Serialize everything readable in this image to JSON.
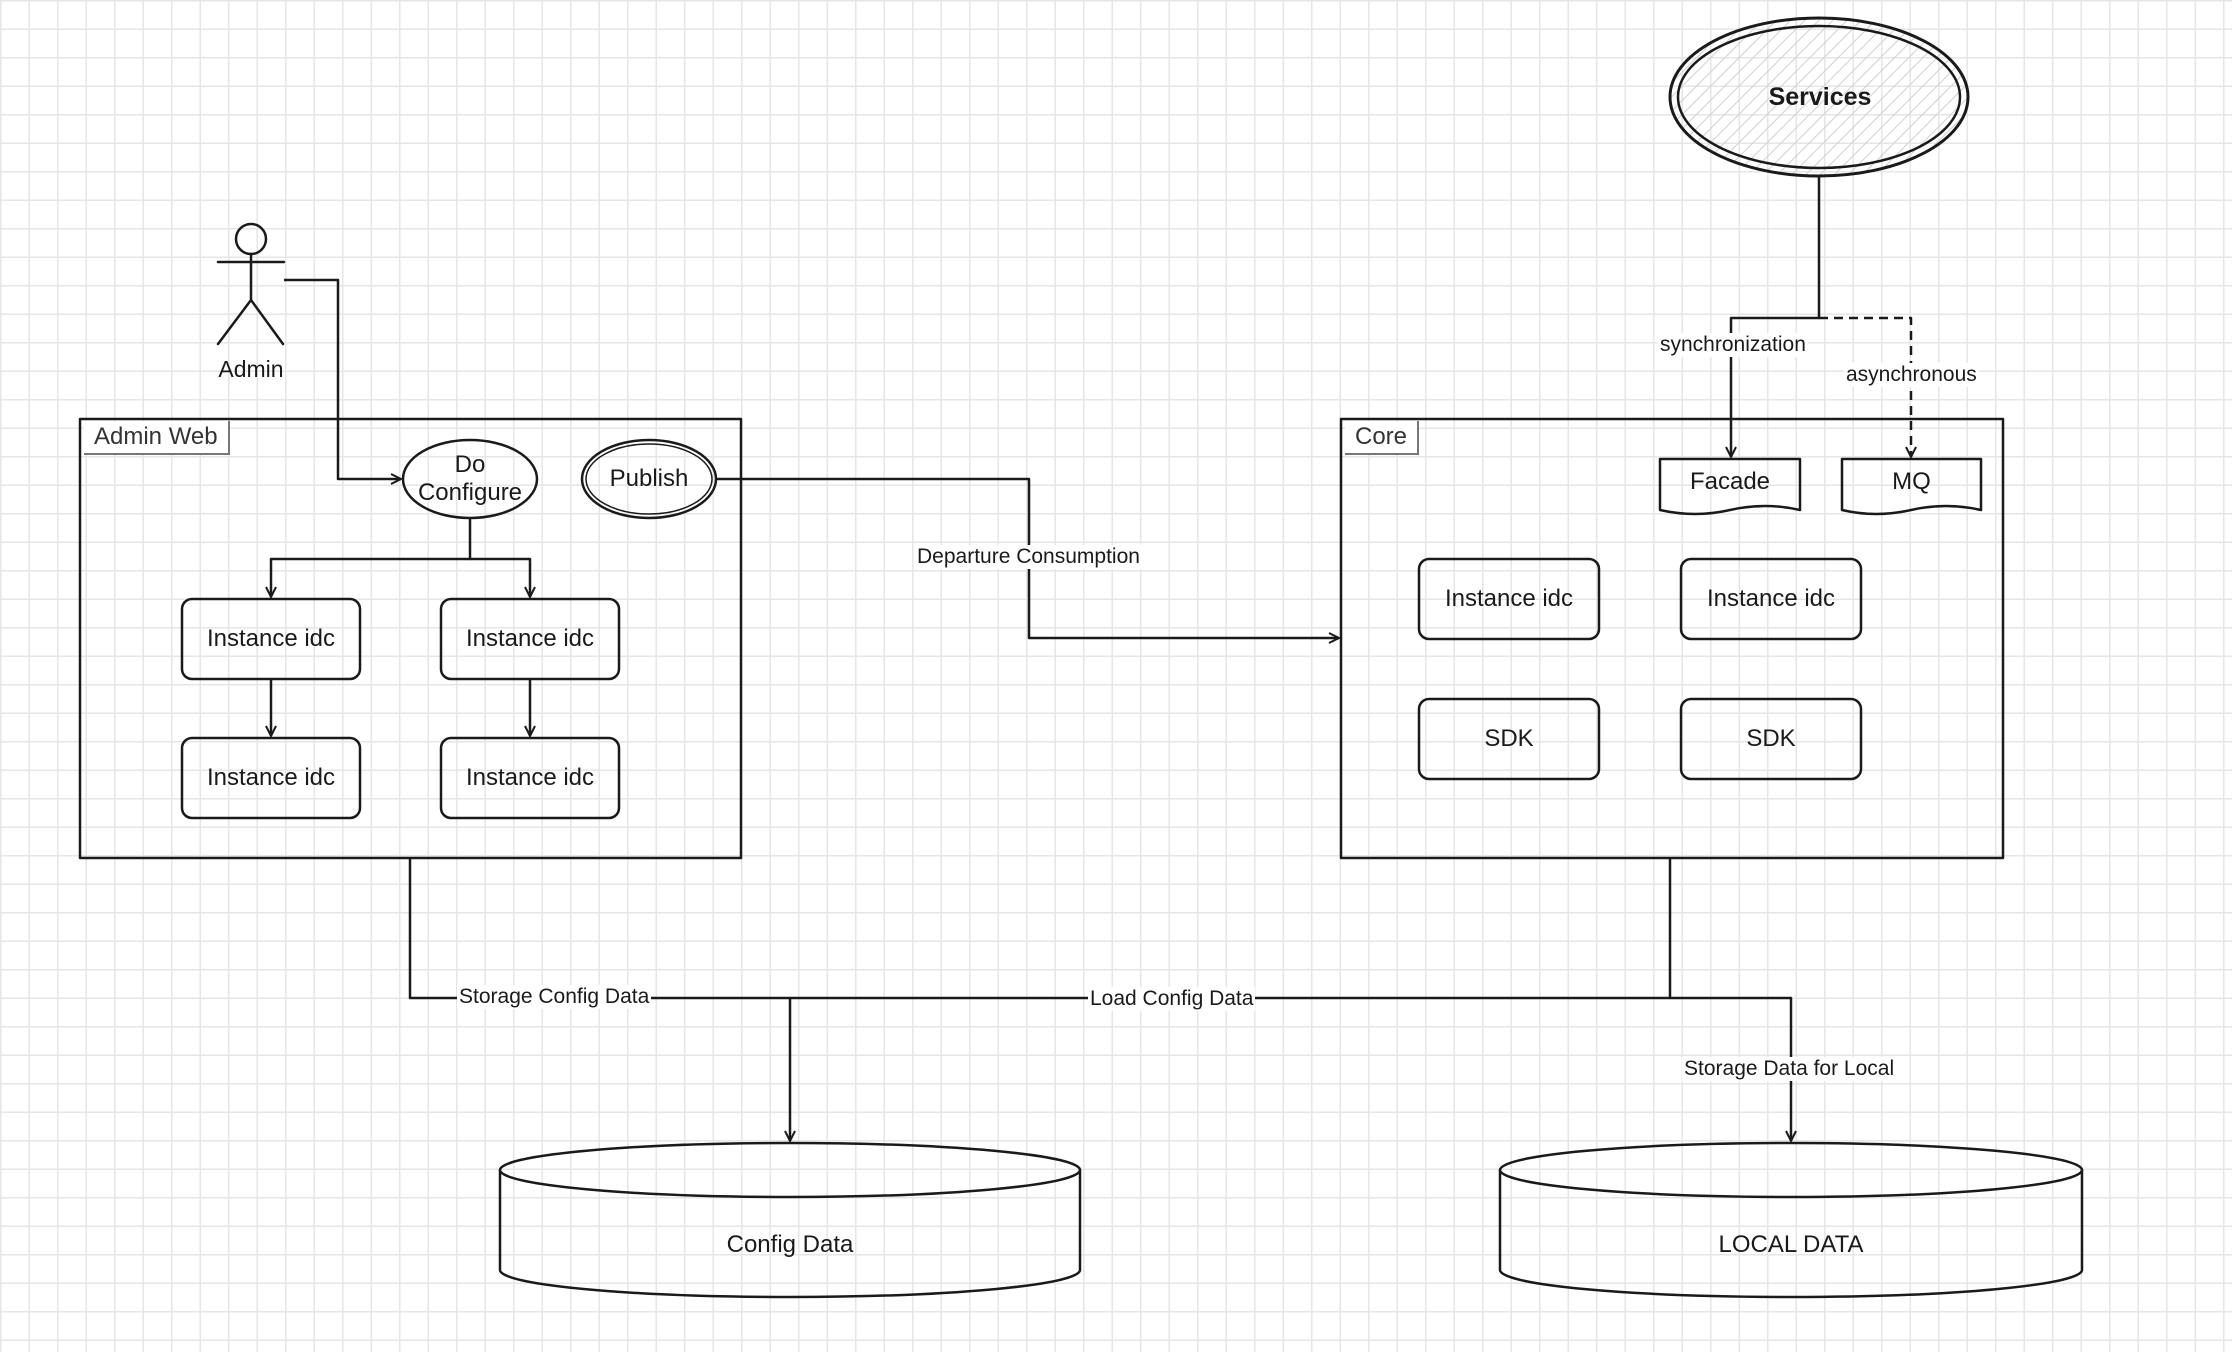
{
  "actor": {
    "label": "Admin"
  },
  "admin_web": {
    "title": "Admin Web",
    "do_configure": "Do\nConfigure",
    "publish": "Publish",
    "instances": [
      "Instance idc",
      "Instance idc",
      "Instance idc",
      "Instance idc"
    ]
  },
  "core": {
    "title": "Core",
    "facade": "Facade",
    "mq": "MQ",
    "instances": [
      "Instance idc",
      "Instance idc"
    ],
    "sdks": [
      "SDK",
      "SDK"
    ]
  },
  "services": {
    "label": "Services"
  },
  "edges": {
    "synchronization": "synchronization",
    "asynchronous": "asynchronous",
    "departure": "Departure Consumption",
    "storage_config": "Storage Config Data",
    "load_config": "Load Config Data",
    "storage_local": "Storage Data for Local"
  },
  "stores": {
    "config": "Config Data",
    "local": "LOCAL DATA"
  }
}
